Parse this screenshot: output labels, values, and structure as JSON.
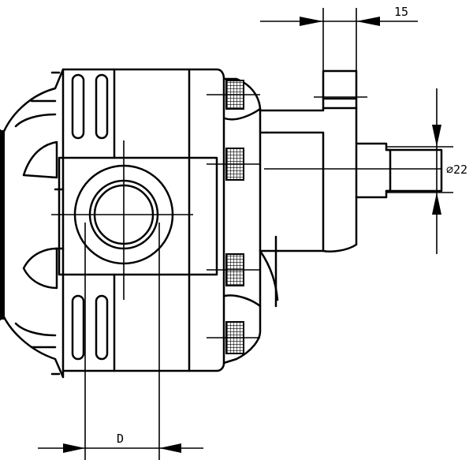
{
  "dimensions": {
    "width_label": "15",
    "diameter_label": "⌀22",
    "port_label": "D"
  },
  "colors": {
    "line": "#000000",
    "background": "#ffffff"
  }
}
